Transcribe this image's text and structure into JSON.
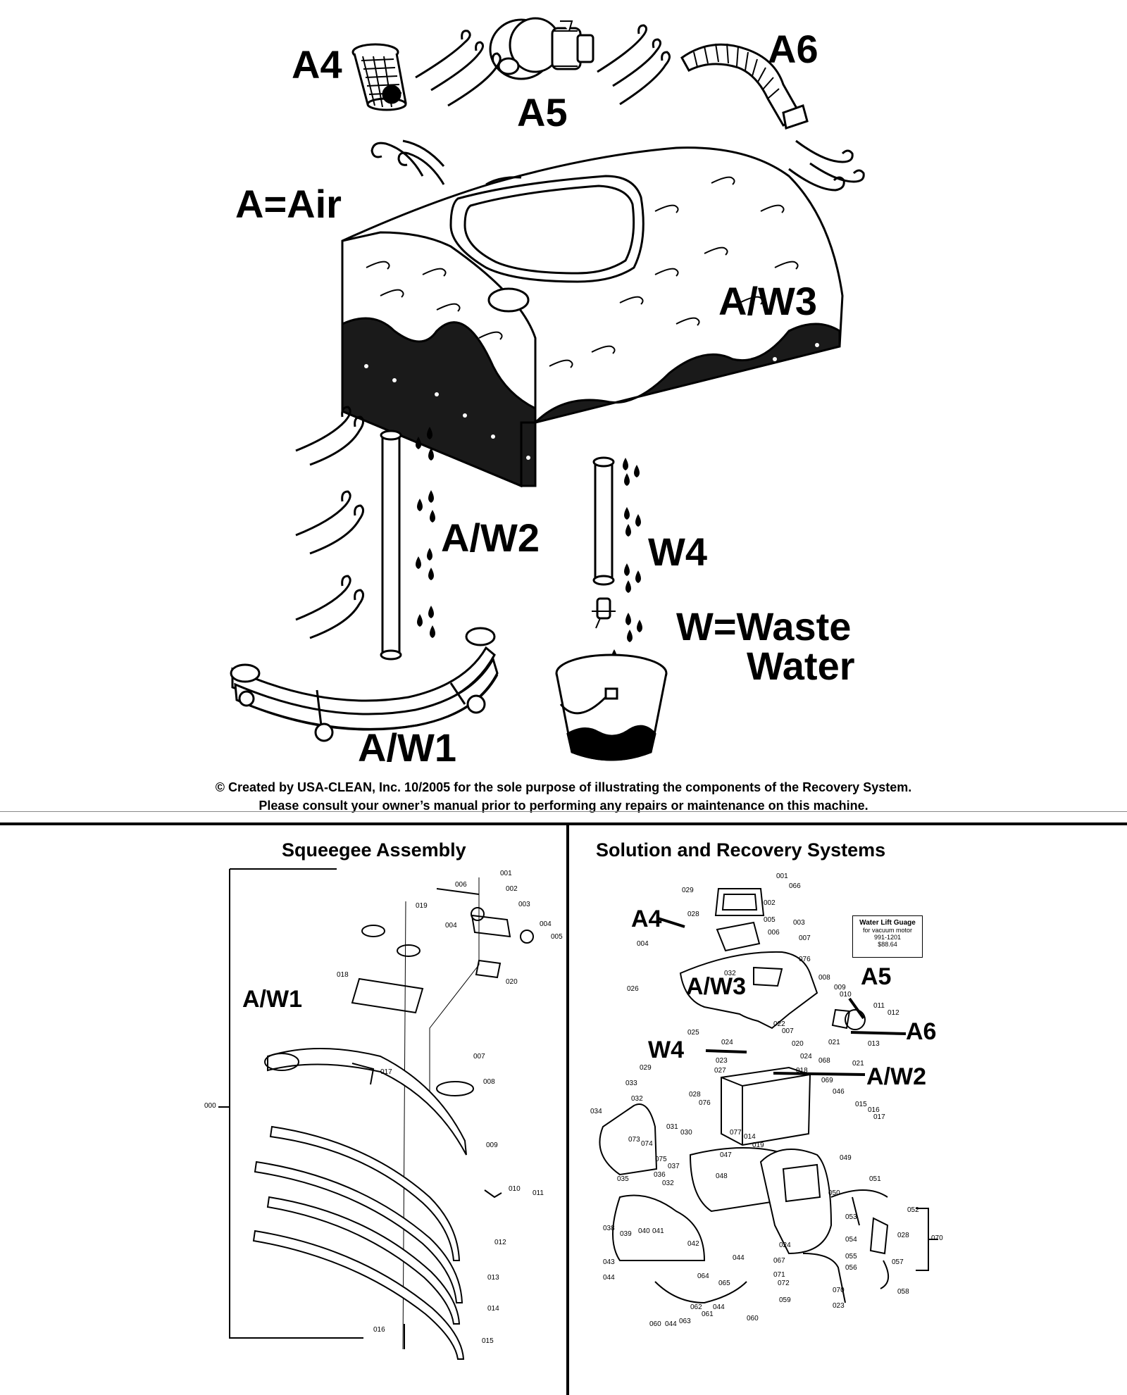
{
  "diagram": {
    "labels": {
      "a4": "A4",
      "a5": "A5",
      "a6": "A6",
      "air": "A=Air",
      "aw3": "A/W3",
      "aw2": "A/W2",
      "w4": "W4",
      "waste1": "W=Waste",
      "waste2": "Water",
      "aw1": "A/W1"
    },
    "copyright_line1": "© Created by USA-CLEAN, Inc. 10/2005 for the sole purpose of illustrating the components of the Recovery System.",
    "copyright_line2": "Please consult your owner’s manual prior to performing any repairs or maintenance on this machine."
  },
  "squeegee": {
    "title": "Squeegee Assembly",
    "label_aw1": "A/W1",
    "side_ref": "000",
    "parts": [
      "001",
      "002",
      "003",
      "004",
      "004",
      "005",
      "006",
      "007",
      "008",
      "009",
      "010",
      "011",
      "012",
      "013",
      "014",
      "015",
      "016",
      "017",
      "018",
      "019",
      "020"
    ]
  },
  "recovery": {
    "title": "Solution and Recovery Systems",
    "callouts": {
      "a4": "A4",
      "aw3": "A/W3",
      "a5": "A5",
      "a6": "A6",
      "w4": "W4",
      "aw2": "A/W2"
    },
    "water_lift_box": {
      "title": "Water Lift Guage",
      "subtitle": "for vacuum motor",
      "part_no": "991-1201",
      "price": "$88.64"
    },
    "parts": [
      "001",
      "066",
      "029",
      "028",
      "002",
      "005",
      "006",
      "003",
      "007",
      "004",
      "076",
      "026",
      "032",
      "008",
      "009",
      "010",
      "011",
      "012",
      "025",
      "022",
      "007",
      "021",
      "013",
      "024",
      "020",
      "023",
      "024",
      "068",
      "021",
      "018",
      "069",
      "046",
      "029",
      "027",
      "015",
      "016",
      "017",
      "033",
      "028",
      "032",
      "076",
      "034",
      "031",
      "030",
      "073",
      "074",
      "077",
      "014",
      "019",
      "037",
      "075",
      "047",
      "036",
      "032",
      "048",
      "049",
      "051",
      "035",
      "050",
      "052",
      "053",
      "038",
      "039",
      "040",
      "041",
      "070",
      "028",
      "054",
      "042",
      "055",
      "056",
      "057",
      "043",
      "044",
      "024",
      "067",
      "071",
      "072",
      "044",
      "064",
      "065",
      "058",
      "070",
      "023",
      "059",
      "062",
      "061",
      "044",
      "063",
      "044",
      "060",
      "060"
    ]
  }
}
